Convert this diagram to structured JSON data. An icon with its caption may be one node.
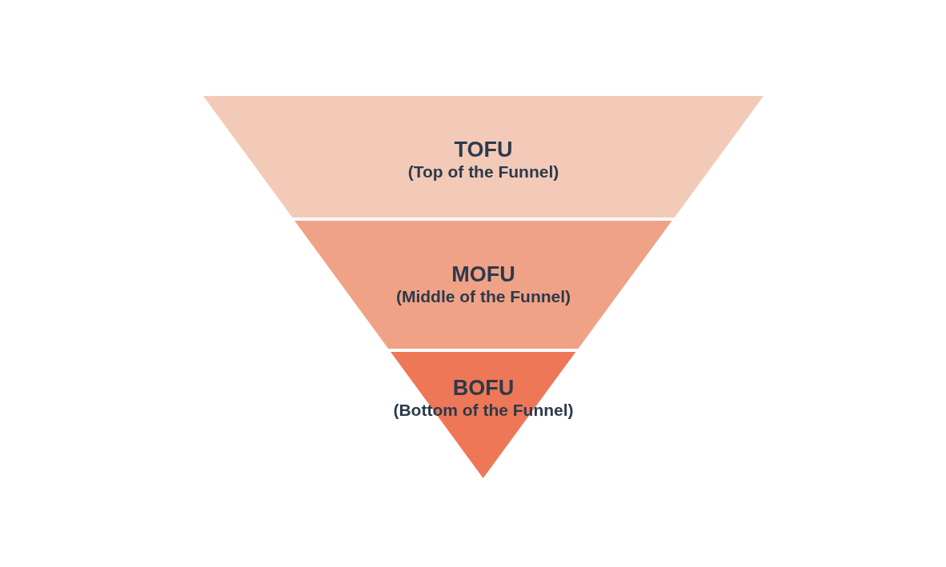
{
  "diagram": {
    "nodes": [
      {
        "text": [
          "TOFU",
          "(Top of the Funnel)"
        ]
      },
      {
        "text": [
          "MOFU",
          "(Middle of the Funnel)"
        ]
      },
      {
        "text": [
          "BOFU",
          "(Bottom of the Funnel)"
        ]
      }
    ]
  }
}
